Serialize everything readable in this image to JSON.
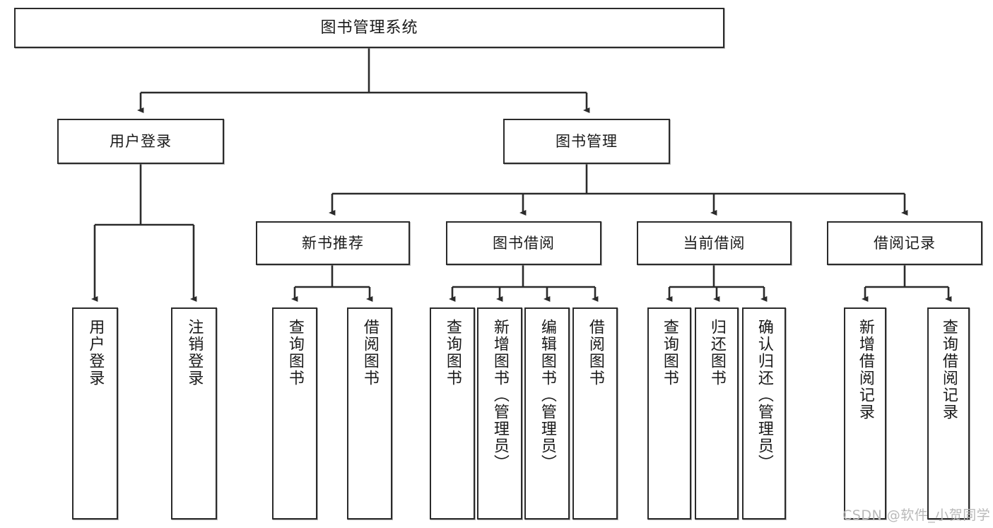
{
  "diagram": {
    "title": "图书管理系统",
    "type": "tree-hierarchy",
    "root": {
      "id": "root",
      "label": "图书管理系统"
    },
    "level2": [
      {
        "id": "user-login",
        "label": "用户登录"
      },
      {
        "id": "book-manage",
        "label": "图书管理"
      }
    ],
    "level3": [
      {
        "id": "new-book-rec",
        "label": "新书推荐",
        "parent": "book-manage"
      },
      {
        "id": "book-borrow",
        "label": "图书借阅",
        "parent": "book-manage"
      },
      {
        "id": "current-borrow",
        "label": "当前借阅",
        "parent": "book-manage"
      },
      {
        "id": "borrow-record",
        "label": "借阅记录",
        "parent": "book-manage"
      }
    ],
    "leaves": {
      "user-login": [
        {
          "id": "leaf-user-login",
          "label": "用户登录"
        },
        {
          "id": "leaf-user-logout",
          "label": "注销登录"
        }
      ],
      "new-book-rec": [
        {
          "id": "leaf-query-book-1",
          "label": "查询图书"
        },
        {
          "id": "leaf-borrow-book-1",
          "label": "借阅图书"
        }
      ],
      "book-borrow": [
        {
          "id": "leaf-query-book-2",
          "label": "查询图书"
        },
        {
          "id": "leaf-add-book",
          "label": "新增图书（管理员）"
        },
        {
          "id": "leaf-edit-book",
          "label": "编辑图书（管理员）"
        },
        {
          "id": "leaf-borrow-book-2",
          "label": "借阅图书"
        }
      ],
      "current-borrow": [
        {
          "id": "leaf-query-book-3",
          "label": "查询图书"
        },
        {
          "id": "leaf-return-book",
          "label": "归还图书"
        },
        {
          "id": "leaf-confirm-return",
          "label": "确认归还（管理员）"
        }
      ],
      "borrow-record": [
        {
          "id": "leaf-add-record",
          "label": "新增借阅记录"
        },
        {
          "id": "leaf-query-record",
          "label": "查询借阅记录"
        }
      ]
    }
  },
  "watermark": {
    "text": "CSDN @软件_小贺同学"
  },
  "colors": {
    "stroke": "#2b2b2b",
    "fill": "#ffffff",
    "text": "#1a1a1a",
    "watermark": "#b9b9b9"
  }
}
